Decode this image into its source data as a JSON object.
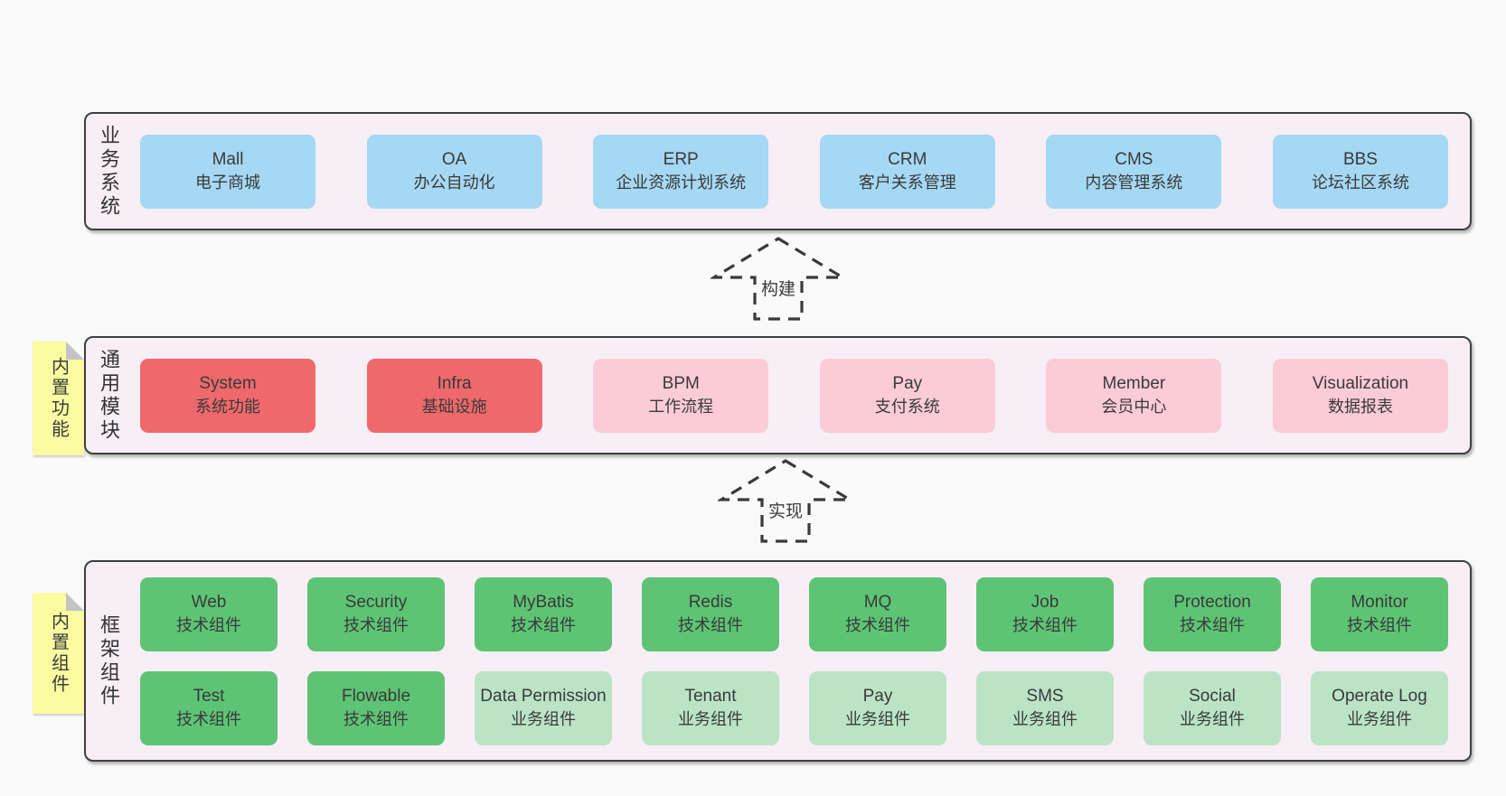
{
  "palette": {
    "page_bg": "#fafafa",
    "panel_bg": "#f8eef6",
    "panel_border": "#3f3f3f",
    "business_box": "#a5d8f3",
    "core_module_box": "#ef696c",
    "optional_module_box": "#fbccd5",
    "tech_component_box": "#5ec475",
    "biz_component_box": "#bbe4c6",
    "note_bg": "#fbfba1",
    "note_fold": "#c4c4c4",
    "text": "#3a3a3a"
  },
  "arrows": {
    "build_label": "构建",
    "implement_label": "实现"
  },
  "sections": {
    "business": {
      "label": "业务系统",
      "items": [
        {
          "title": "Mall",
          "subtitle": "电子商城"
        },
        {
          "title": "OA",
          "subtitle": "办公自动化"
        },
        {
          "title": "ERP",
          "subtitle": "企业资源计划系统"
        },
        {
          "title": "CRM",
          "subtitle": "客户关系管理"
        },
        {
          "title": "CMS",
          "subtitle": "内容管理系统"
        },
        {
          "title": "BBS",
          "subtitle": "论坛社区系统"
        }
      ]
    },
    "modules": {
      "label": "通用模块",
      "note": "内置功能",
      "items": [
        {
          "title": "System",
          "subtitle": "系统功能",
          "variant": "core"
        },
        {
          "title": "Infra",
          "subtitle": "基础设施",
          "variant": "core"
        },
        {
          "title": "BPM",
          "subtitle": "工作流程",
          "variant": "optional"
        },
        {
          "title": "Pay",
          "subtitle": "支付系统",
          "variant": "optional"
        },
        {
          "title": "Member",
          "subtitle": "会员中心",
          "variant": "optional"
        },
        {
          "title": "Visualization",
          "subtitle": "数据报表",
          "variant": "optional"
        }
      ]
    },
    "components": {
      "label": "框架组件",
      "note": "内置组件",
      "row1": [
        {
          "title": "Web",
          "subtitle": "技术组件",
          "variant": "tech"
        },
        {
          "title": "Security",
          "subtitle": "技术组件",
          "variant": "tech"
        },
        {
          "title": "MyBatis",
          "subtitle": "技术组件",
          "variant": "tech"
        },
        {
          "title": "Redis",
          "subtitle": "技术组件",
          "variant": "tech"
        },
        {
          "title": "MQ",
          "subtitle": "技术组件",
          "variant": "tech"
        },
        {
          "title": "Job",
          "subtitle": "技术组件",
          "variant": "tech"
        },
        {
          "title": "Protection",
          "subtitle": "技术组件",
          "variant": "tech"
        },
        {
          "title": "Monitor",
          "subtitle": "技术组件",
          "variant": "tech"
        }
      ],
      "row2": [
        {
          "title": "Test",
          "subtitle": "技术组件",
          "variant": "tech"
        },
        {
          "title": "Flowable",
          "subtitle": "技术组件",
          "variant": "tech"
        },
        {
          "title": "Data Permission",
          "subtitle": "业务组件",
          "variant": "biz"
        },
        {
          "title": "Tenant",
          "subtitle": "业务组件",
          "variant": "biz"
        },
        {
          "title": "Pay",
          "subtitle": "业务组件",
          "variant": "biz"
        },
        {
          "title": "SMS",
          "subtitle": "业务组件",
          "variant": "biz"
        },
        {
          "title": "Social",
          "subtitle": "业务组件",
          "variant": "biz"
        },
        {
          "title": "Operate Log",
          "subtitle": "业务组件",
          "variant": "biz"
        }
      ]
    }
  }
}
